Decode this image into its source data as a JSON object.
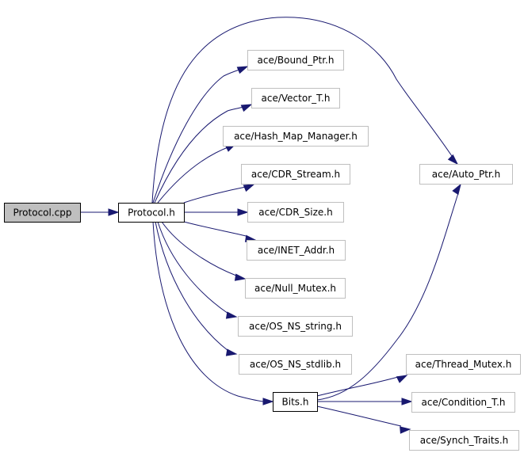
{
  "diagram": {
    "type": "include-dependency-graph",
    "colors": {
      "edge": "#191970",
      "root_fill": "#bfbfbf",
      "node_border": "#bfbfbf",
      "expanded_border": "#000000"
    },
    "nodes": [
      {
        "id": "protocol_cpp",
        "label": "Protocol.cpp",
        "kind": "root"
      },
      {
        "id": "protocol_h",
        "label": "Protocol.h",
        "kind": "main"
      },
      {
        "id": "bound_ptr",
        "label": "ace/Bound_Ptr.h",
        "kind": "leaf"
      },
      {
        "id": "vector_t",
        "label": "ace/Vector_T.h",
        "kind": "leaf"
      },
      {
        "id": "hash_map_manager",
        "label": "ace/Hash_Map_Manager.h",
        "kind": "leaf"
      },
      {
        "id": "cdr_stream",
        "label": "ace/CDR_Stream.h",
        "kind": "leaf"
      },
      {
        "id": "cdr_size",
        "label": "ace/CDR_Size.h",
        "kind": "leaf"
      },
      {
        "id": "inet_addr",
        "label": "ace/INET_Addr.h",
        "kind": "leaf"
      },
      {
        "id": "null_mutex",
        "label": "ace/Null_Mutex.h",
        "kind": "leaf"
      },
      {
        "id": "os_ns_string",
        "label": "ace/OS_NS_string.h",
        "kind": "leaf"
      },
      {
        "id": "os_ns_stdlib",
        "label": "ace/OS_NS_stdlib.h",
        "kind": "leaf"
      },
      {
        "id": "bits_h",
        "label": "Bits.h",
        "kind": "main"
      },
      {
        "id": "auto_ptr",
        "label": "ace/Auto_Ptr.h",
        "kind": "leaf"
      },
      {
        "id": "thread_mutex",
        "label": "ace/Thread_Mutex.h",
        "kind": "leaf"
      },
      {
        "id": "condition_t",
        "label": "ace/Condition_T.h",
        "kind": "leaf"
      },
      {
        "id": "synch_traits",
        "label": "ace/Synch_Traits.h",
        "kind": "leaf"
      }
    ],
    "edges": [
      {
        "from": "protocol_cpp",
        "to": "protocol_h"
      },
      {
        "from": "protocol_h",
        "to": "bound_ptr"
      },
      {
        "from": "protocol_h",
        "to": "vector_t"
      },
      {
        "from": "protocol_h",
        "to": "hash_map_manager"
      },
      {
        "from": "protocol_h",
        "to": "cdr_stream"
      },
      {
        "from": "protocol_h",
        "to": "cdr_size"
      },
      {
        "from": "protocol_h",
        "to": "inet_addr"
      },
      {
        "from": "protocol_h",
        "to": "null_mutex"
      },
      {
        "from": "protocol_h",
        "to": "os_ns_string"
      },
      {
        "from": "protocol_h",
        "to": "os_ns_stdlib"
      },
      {
        "from": "protocol_h",
        "to": "bits_h"
      },
      {
        "from": "protocol_h",
        "to": "auto_ptr"
      },
      {
        "from": "bits_h",
        "to": "auto_ptr"
      },
      {
        "from": "bits_h",
        "to": "thread_mutex"
      },
      {
        "from": "bits_h",
        "to": "condition_t"
      },
      {
        "from": "bits_h",
        "to": "synch_traits"
      }
    ]
  }
}
